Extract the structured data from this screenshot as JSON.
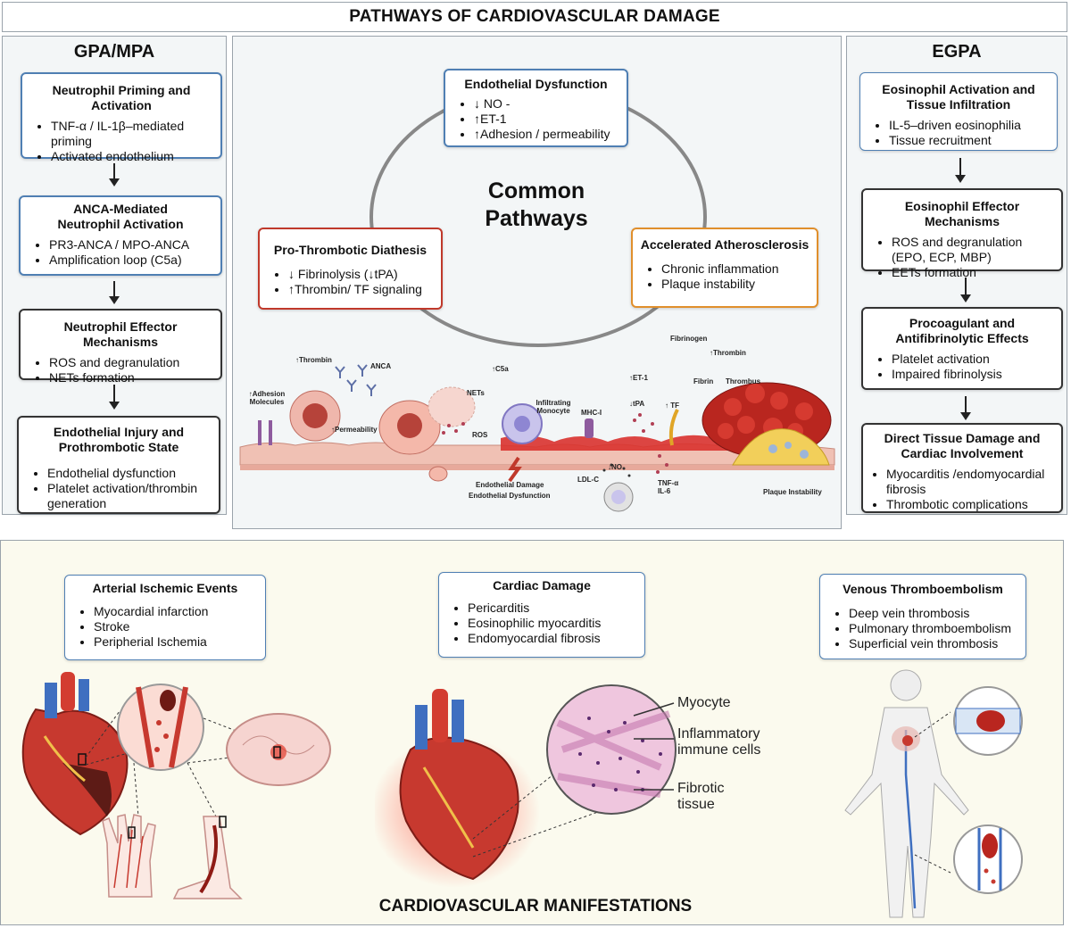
{
  "title": "PATHWAYS OF CARDIOVASCULAR DAMAGE",
  "left_panel": {
    "title": "GPA/MPA",
    "boxes": [
      {
        "heading": "Neutrophil Priming and Activation",
        "items": [
          "TNF-α / IL-1β–mediated priming",
          "Activated endothelium"
        ]
      },
      {
        "heading": "ANCA-Mediated Neutrophil Activation",
        "items": [
          "PR3-ANCA / MPO-ANCA",
          "Amplification loop (C5a)"
        ]
      },
      {
        "heading": "Neutrophil Effector Mechanisms",
        "items": [
          "ROS and degranulation",
          "NETs formation"
        ]
      },
      {
        "heading": "Endothelial Injury and Prothrombotic State",
        "items": [
          "Endothelial dysfunction",
          "Platelet activation/thrombin generation"
        ]
      }
    ]
  },
  "right_panel": {
    "title": "EGPA",
    "boxes": [
      {
        "heading": "Eosinophil Activation  and Tissue Infiltration",
        "items": [
          "IL-5–driven eosinophilia",
          "Tissue recruitment"
        ]
      },
      {
        "heading": "Eosinophil Effector Mechanisms",
        "items": [
          "ROS and degranulation (EPO, ECP, MBP)",
          "EETs formation"
        ]
      },
      {
        "heading": "Procoagulant and Antifibrinolytic Effects",
        "items": [
          "Platelet activation",
          "Impaired fibrinolysis"
        ]
      },
      {
        "heading": "Direct Tissue Damage and Cardiac Involvement",
        "items": [
          "Myocarditis /endomyocardial fibrosis",
          "Thrombotic complications"
        ]
      }
    ]
  },
  "center_panel": {
    "common_title_line1": "Common",
    "common_title_line2": "Pathways",
    "endothelial": {
      "heading": "Endothelial Dysfunction",
      "items": [
        "↓ NO -",
        "↑ET-1",
        "↑Adhesion / permeability"
      ]
    },
    "prothrombotic": {
      "heading": "Pro-Thrombotic Diathesis",
      "items": [
        "↓ Fibrinolysis (↓tPA)",
        "↑Thrombin/ TF signaling"
      ]
    },
    "atherosclerosis": {
      "heading": "Accelerated Atherosclerosis",
      "items": [
        "Chronic inflammation",
        "Plaque instability"
      ]
    },
    "illustration_labels": {
      "thrombin_left": "↑Thrombin",
      "anca": "ANCA",
      "adhesion": "↑Adhesion Molecules",
      "permeability": "↑Permeability",
      "nets": "NETs",
      "ros": "ROS",
      "c5a": "↑C5a",
      "monocyte": "Infiltrating Monocyte",
      "mhc": "MHC-I",
      "et1": "↑ET-1",
      "tpa": "↓tPA",
      "tf": "↑ TF",
      "no": "↓NO",
      "ldl": "LDL-C",
      "tnf": "TNF-α IL-6",
      "fibrinogen": "Fibrinogen",
      "thrombin_right": "↑Thrombin",
      "fibrin": "Fibrin",
      "thrombus": "Thrombus",
      "plaque": "Plaque Instability",
      "endo_damage": "Endothelial Damage",
      "endo_dysf": "Endothelial Dysfunction"
    }
  },
  "manifestations": {
    "title": "CARDIOVASCULAR MANIFESTATIONS",
    "arterial": {
      "heading": "Arterial Ischemic Events",
      "items": [
        "Myocardial infarction",
        "Stroke",
        "Peripherial Ischemia"
      ]
    },
    "cardiac": {
      "heading": "Cardiac Damage",
      "items": [
        "Pericarditis",
        "Eosinophilic myocarditis",
        "Endomyocardial fibrosis"
      ]
    },
    "venous": {
      "heading": "Venous Thromboembolism",
      "items": [
        "Deep vein thrombosis",
        "Pulmonary thromboembolism",
        "Superficial vein thrombosis"
      ]
    },
    "histology_labels": {
      "myocyte": "Myocyte",
      "inflammatory_line1": "Inflammatory",
      "inflammatory_line2": "immune cells",
      "fibrotic_line1": "Fibrotic",
      "fibrotic_line2": "tissue"
    }
  },
  "colors": {
    "blue_border": "#4f7fb3",
    "red_border": "#c0392b",
    "orange_border": "#e08f2c",
    "panel_bg": "#f3f6f7",
    "bottom_bg": "#fbfaee"
  }
}
